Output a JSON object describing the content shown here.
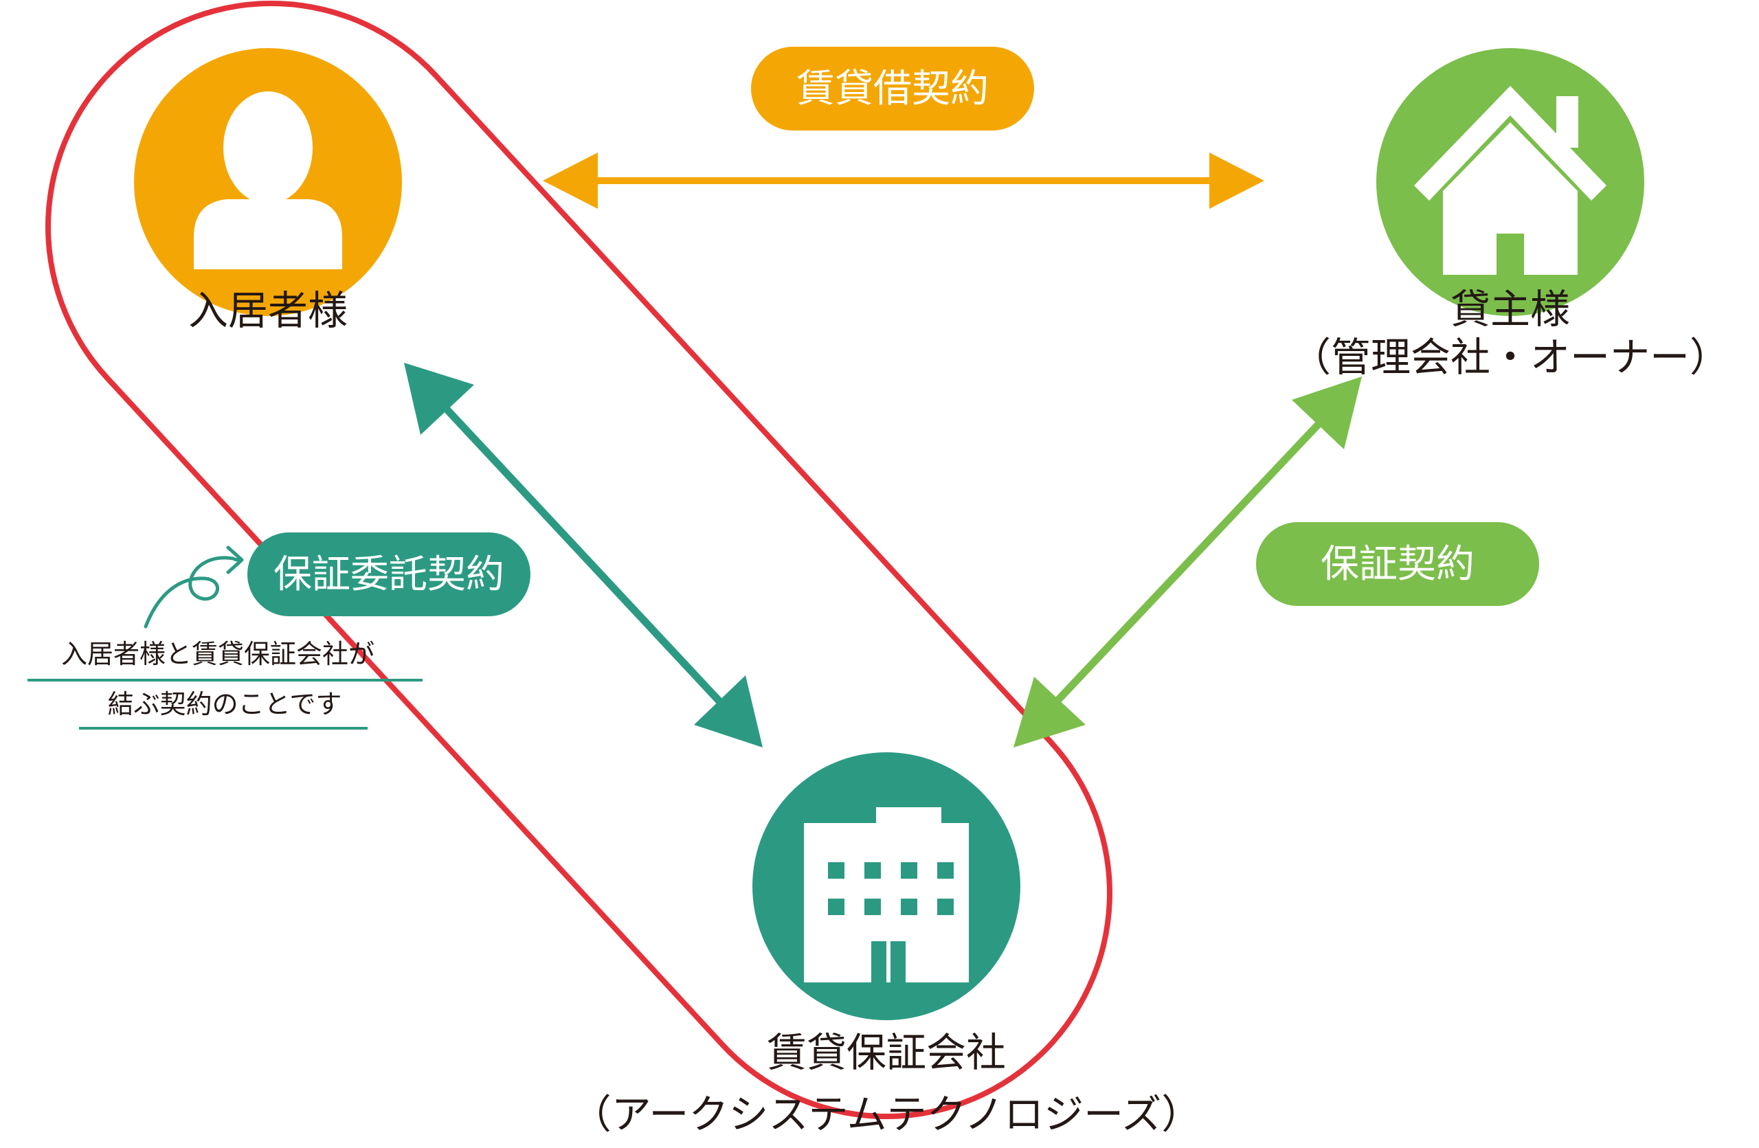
{
  "colors": {
    "tenant": "#F4A704",
    "landlord": "#7BBE4B",
    "guarantor": "#2C9A83",
    "highlight": "#E5323A",
    "text": "#231815"
  },
  "nodes": {
    "tenant": {
      "icon": "person-icon",
      "label": "入居者様"
    },
    "landlord": {
      "icon": "house-icon",
      "label_line1": "貸主様",
      "label_line2": "（管理会社・オーナー）"
    },
    "guarantor": {
      "icon": "office-building-icon",
      "label_line1": "賃貸保証会社",
      "label_line2": "（アークシステムテクノロジーズ）"
    }
  },
  "edges": {
    "lease": {
      "label": "賃貸借契約"
    },
    "guarantee_entrust": {
      "label": "保証委託契約"
    },
    "guarantee": {
      "label": "保証契約"
    }
  },
  "note": {
    "line1": "入居者様と賃貸保証会社が",
    "line2": "結ぶ契約のことです"
  }
}
